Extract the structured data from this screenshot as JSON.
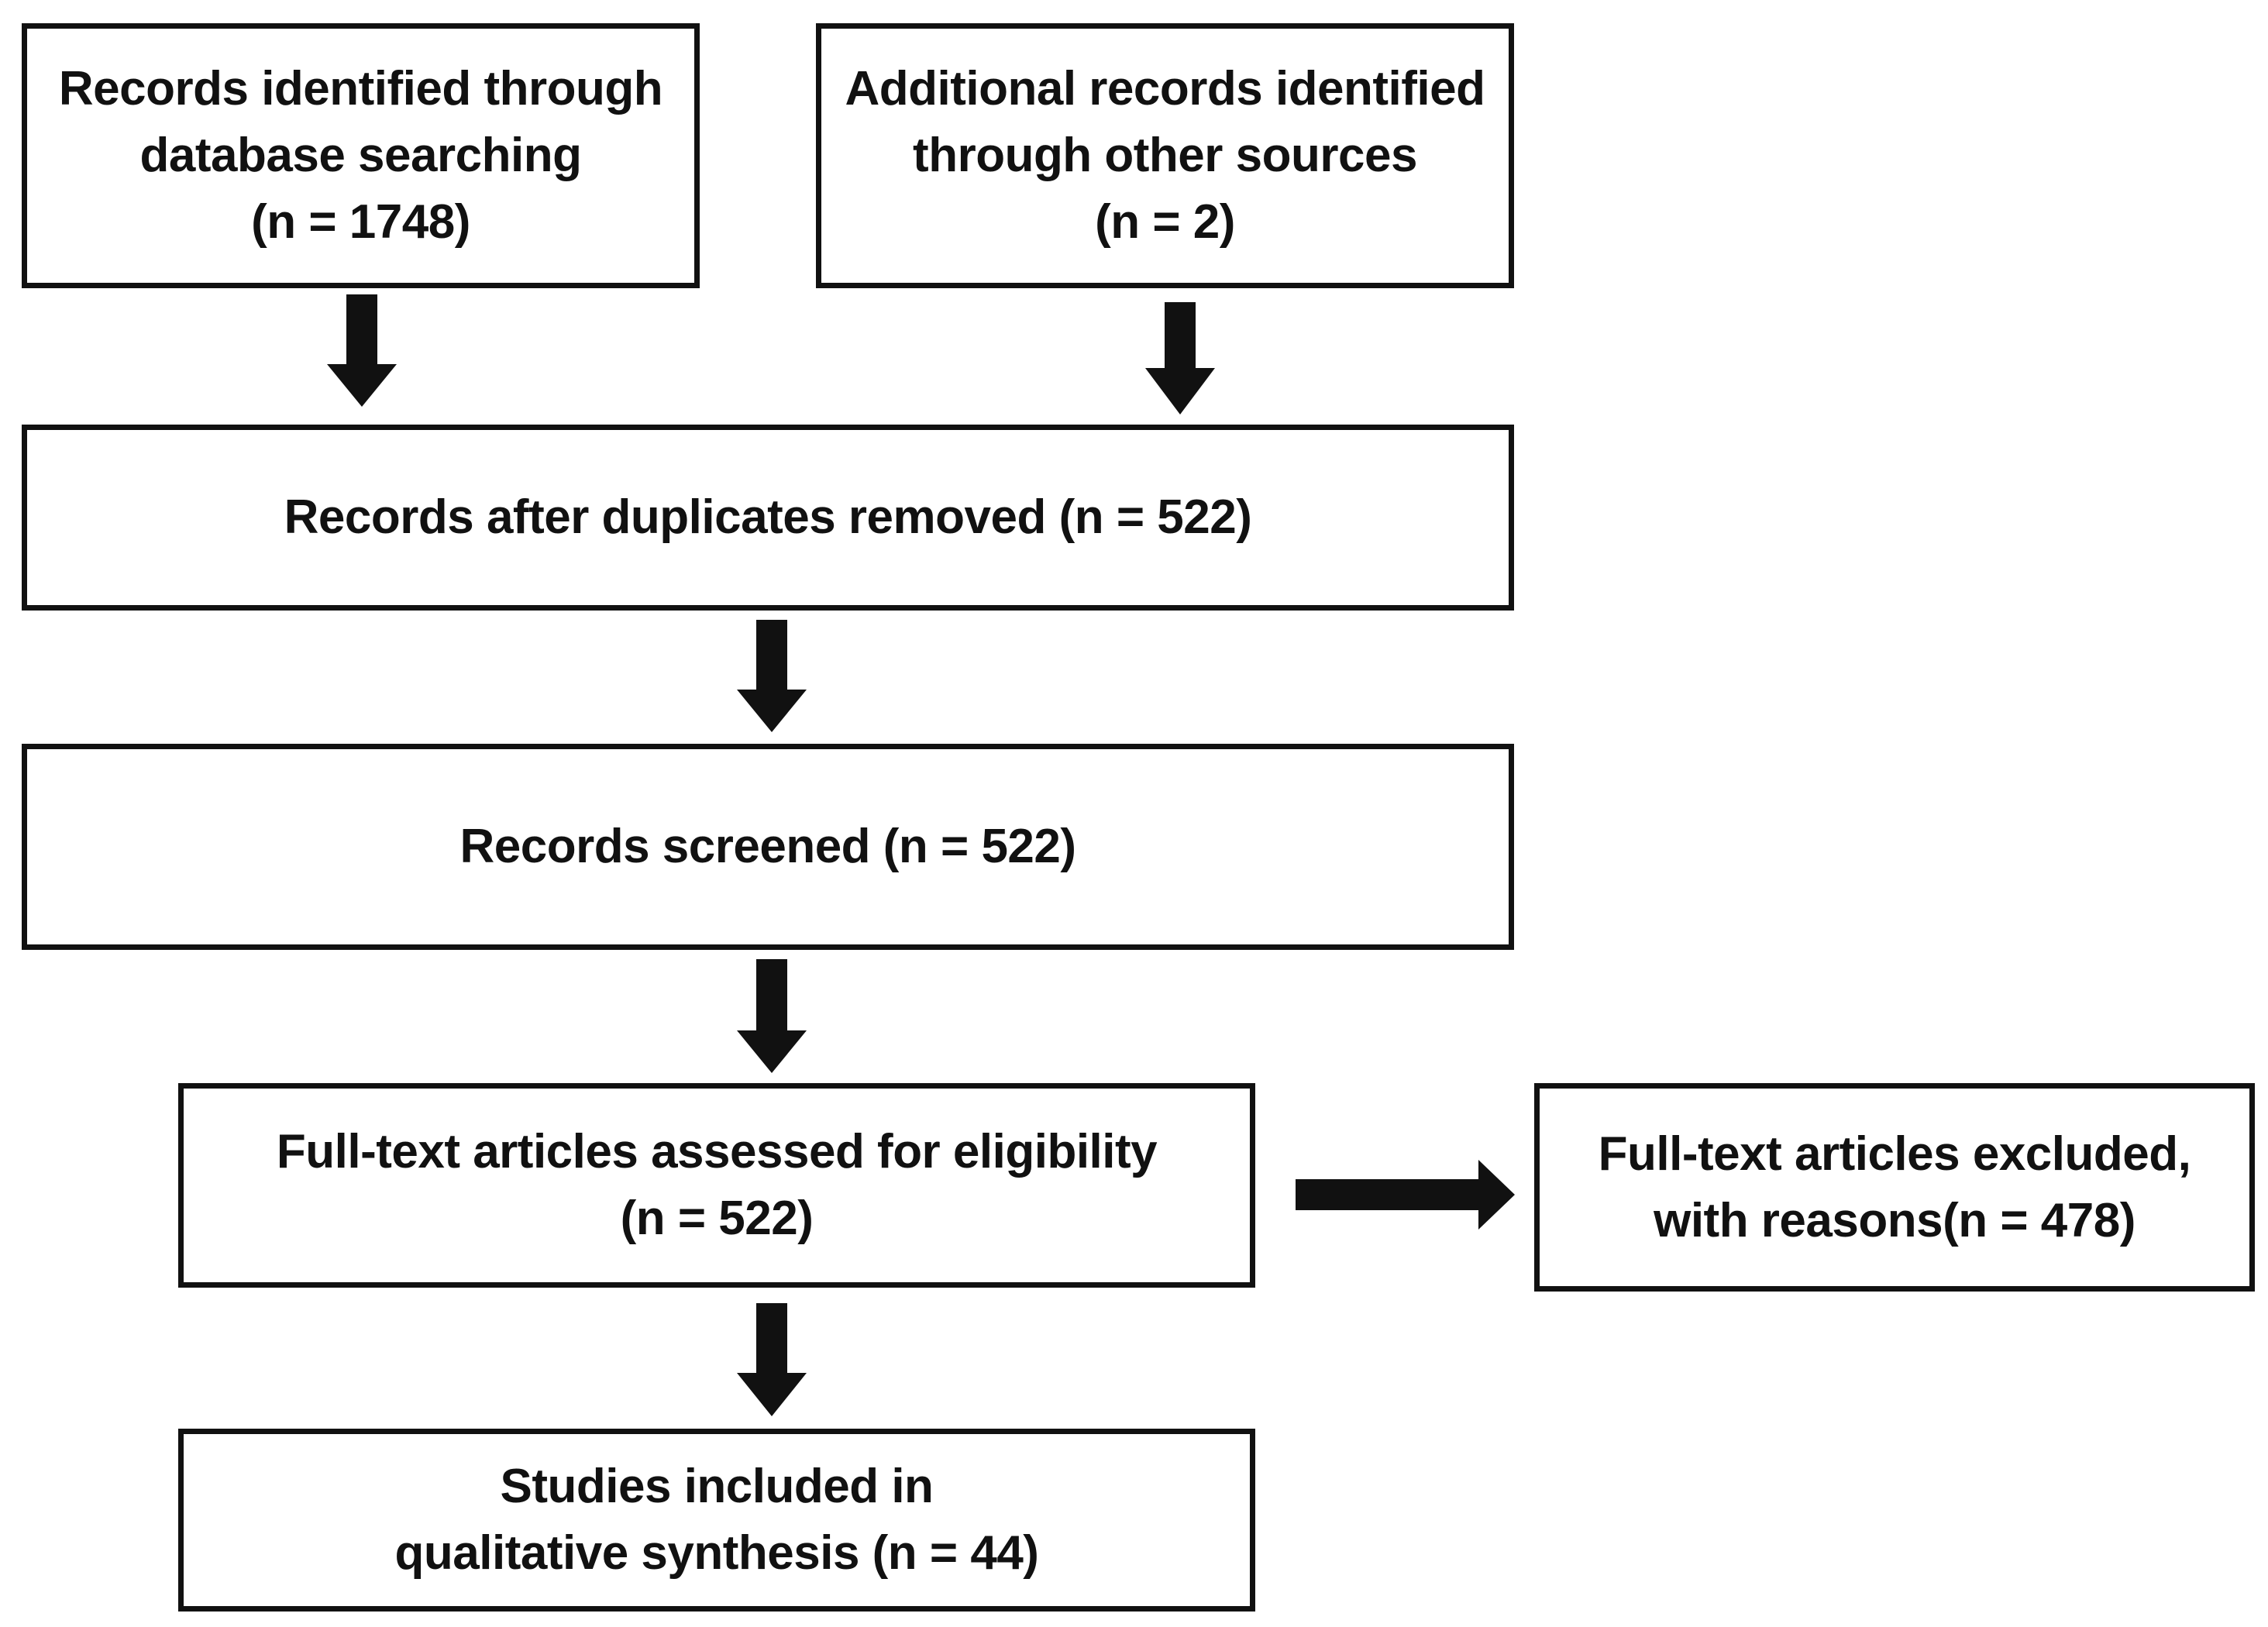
{
  "boxes": {
    "database_search": {
      "lines": [
        "Records identified through",
        "database searching",
        "(n = 1748)"
      ]
    },
    "other_sources": {
      "lines": [
        "Additional records identified",
        "through other sources",
        "(n = 2)"
      ]
    },
    "duplicates_removed": {
      "lines": [
        "Records after duplicates removed (n = 522)"
      ]
    },
    "screened": {
      "lines": [
        "Records screened (n = 522)"
      ]
    },
    "full_text_assessed": {
      "lines": [
        "Full-text articles assessed for eligibility",
        "(n = 522)"
      ]
    },
    "full_text_excluded": {
      "lines": [
        "Full-text articles excluded,",
        "with reasons(n = 478)"
      ]
    },
    "included": {
      "lines": [
        "Studies included in",
        "qualitative synthesis (n = 44)"
      ]
    }
  },
  "colors": {
    "border": "#111111",
    "arrow": "#111111",
    "background": "#ffffff"
  }
}
